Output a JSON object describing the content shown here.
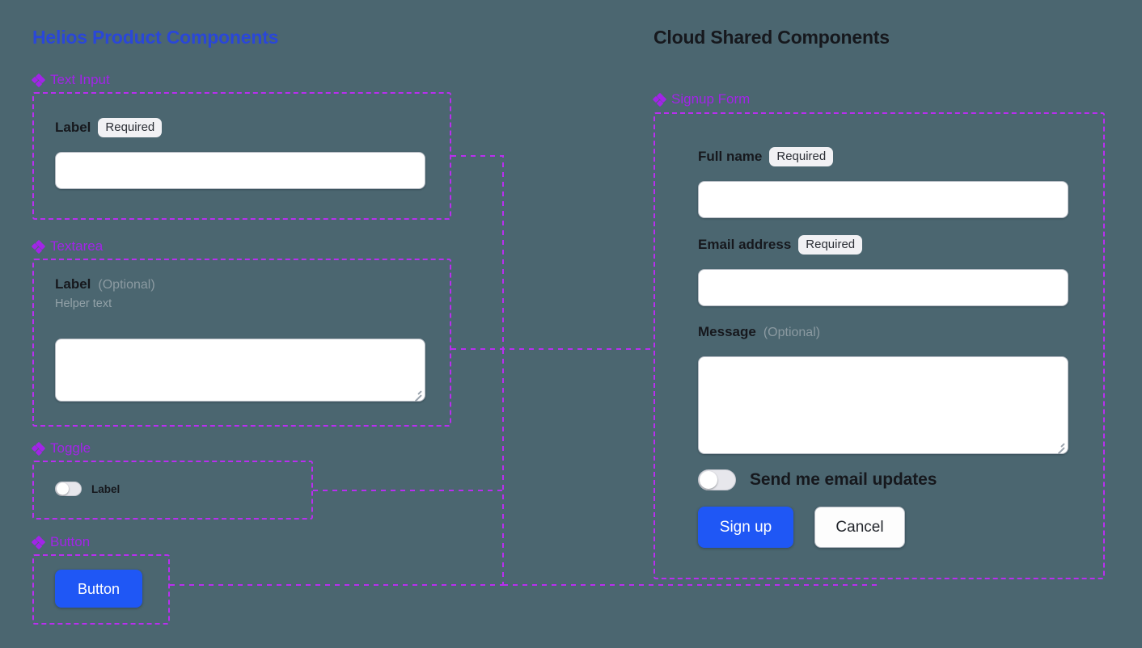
{
  "canvas": {
    "background": "#4b6670",
    "connector_color": "#b92ef0",
    "accent_blue": "#1f57f5",
    "title_blue": "#2a47d8",
    "section_purple": "#a224e8"
  },
  "panels": {
    "left": {
      "title": "Helios Product Components"
    },
    "right": {
      "title": "Cloud Shared Components"
    }
  },
  "left_sections": [
    {
      "key": "text_input",
      "label": "Text Input",
      "icon": "diamond-icon"
    },
    {
      "key": "textarea",
      "label": "Textarea",
      "icon": "diamond-icon"
    },
    {
      "key": "toggle",
      "label": "Toggle",
      "icon": "diamond-icon"
    },
    {
      "key": "button",
      "label": "Button",
      "icon": "diamond-icon"
    }
  ],
  "right_sections": [
    {
      "key": "signup_form",
      "label": "Signup Form",
      "icon": "diamond-icon"
    }
  ],
  "text_input": {
    "label": "Label",
    "badge": "Required",
    "value": "",
    "placeholder": ""
  },
  "textarea": {
    "label": "Label",
    "optional": "(Optional)",
    "helper": "Helper text",
    "value": "",
    "placeholder": ""
  },
  "toggle": {
    "label": "Label",
    "checked": false
  },
  "button": {
    "label": "Button"
  },
  "signup_form": {
    "full_name": {
      "label": "Full name",
      "badge": "Required",
      "value": "",
      "placeholder": ""
    },
    "email": {
      "label": "Email address",
      "badge": "Required",
      "value": "",
      "placeholder": ""
    },
    "message": {
      "label": "Message",
      "optional": "(Optional)",
      "value": "",
      "placeholder": ""
    },
    "email_updates": {
      "label": "Send me email updates",
      "checked": false
    },
    "submit_label": "Sign up",
    "cancel_label": "Cancel"
  }
}
